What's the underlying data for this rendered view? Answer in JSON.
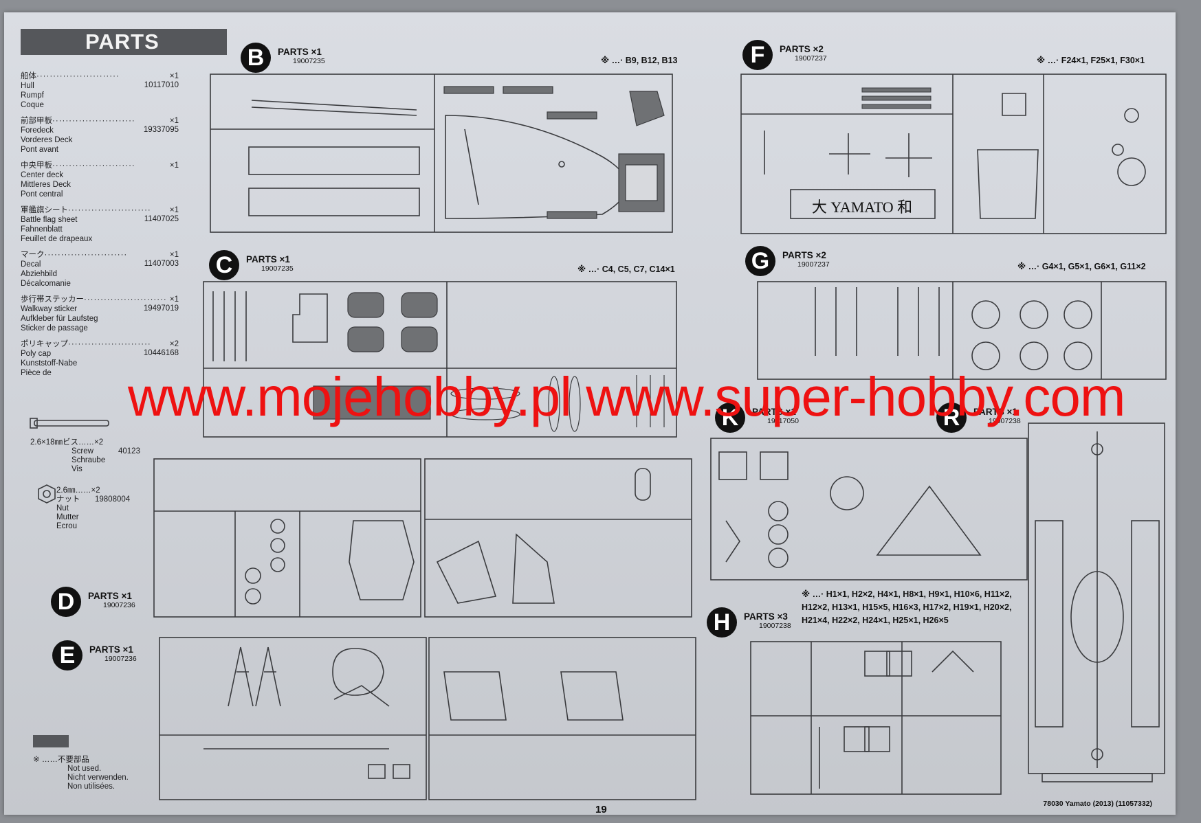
{
  "page": {
    "title": "PARTS",
    "page_number": "19",
    "footer": "78030 Yamato (2013) (11057332)",
    "watermark": "www.mojehobby.pl www.super-hobby.com"
  },
  "parts_list": [
    {
      "jp": "船体",
      "qty": "×1",
      "code": "10117010",
      "names": [
        "Hull",
        "Rumpf",
        "Coque"
      ]
    },
    {
      "jp": "前部甲板",
      "qty": "×1",
      "code": "19337095",
      "names": [
        "Foredeck",
        "Vorderes Deck",
        "Pont avant"
      ]
    },
    {
      "jp": "中央甲板",
      "qty": "×1",
      "code": "",
      "names": [
        "Center deck",
        "Mittleres Deck",
        "Pont central"
      ]
    },
    {
      "jp": "軍艦旗シート",
      "qty": "×1",
      "code": "11407025",
      "names": [
        "Battle flag sheet",
        "Fahnenblatt",
        "Feuillet de drapeaux"
      ]
    },
    {
      "jp": "マーク",
      "qty": "×1",
      "code": "11407003",
      "names": [
        "Decal",
        "Abziehbild",
        "Décalcomanie"
      ]
    },
    {
      "jp": "歩行帯ステッカー",
      "qty": "×1",
      "code": "19497019",
      "names": [
        "Walkway sticker",
        "Aufkleber für Laufsteg",
        "Sticker de passage"
      ]
    },
    {
      "jp": "ポリキャップ",
      "qty": "×2",
      "code": "10446168",
      "names": [
        "Poly cap",
        "Kunststoff-Nabe",
        "Pièce de"
      ]
    }
  ],
  "fasteners": {
    "screw": {
      "spec": "2.6×18㎜ビス……×2",
      "code": "40123",
      "names": [
        "Screw",
        "Schraube",
        "Vis"
      ]
    },
    "nut": {
      "spec": "2.6㎜……×2",
      "jp": "ナット",
      "code": "19808004",
      "names": [
        "Nut",
        "Mutter",
        "Ecrou"
      ]
    }
  },
  "legend": {
    "symbol": "※ ……不要部品",
    "names": [
      "Not used.",
      "Nicht verwenden.",
      "Non utilisées."
    ]
  },
  "sprues": {
    "B": {
      "letter": "B",
      "parts": "PARTS ×1",
      "code": "19007235",
      "note": "※ …· B9, B12, B13"
    },
    "C": {
      "letter": "C",
      "parts": "PARTS ×1",
      "code": "19007235",
      "note": "※ …· C4, C5, C7, C14×1"
    },
    "D": {
      "letter": "D",
      "parts": "PARTS ×1",
      "code": "19007236"
    },
    "E": {
      "letter": "E",
      "parts": "PARTS ×1",
      "code": "19007236"
    },
    "F": {
      "letter": "F",
      "parts": "PARTS ×2",
      "code": "19007237",
      "note": "※ …· F24×1, F25×1, F30×1"
    },
    "G": {
      "letter": "G",
      "parts": "PARTS ×2",
      "code": "19007237",
      "note": "※ …· G4×1, G5×1, G6×1, G11×2"
    },
    "H": {
      "letter": "H",
      "parts": "PARTS ×3",
      "code": "19007238",
      "note": "※ …· H1×1, H2×2, H4×1, H8×1, H9×1, H10×6, H11×2, H12×2, H13×1, H15×5, H16×3, H17×2, H19×1, H20×2, H21×4, H22×2, H24×1, H25×1, H26×5"
    },
    "K": {
      "letter": "K",
      "parts": "PARTS ×1",
      "code": "19117050"
    },
    "R": {
      "letter": "R",
      "parts": "PARTS ×1",
      "code": "19007238"
    }
  },
  "sprue_labels": {
    "f_plate": "大 YAMATO 和"
  }
}
